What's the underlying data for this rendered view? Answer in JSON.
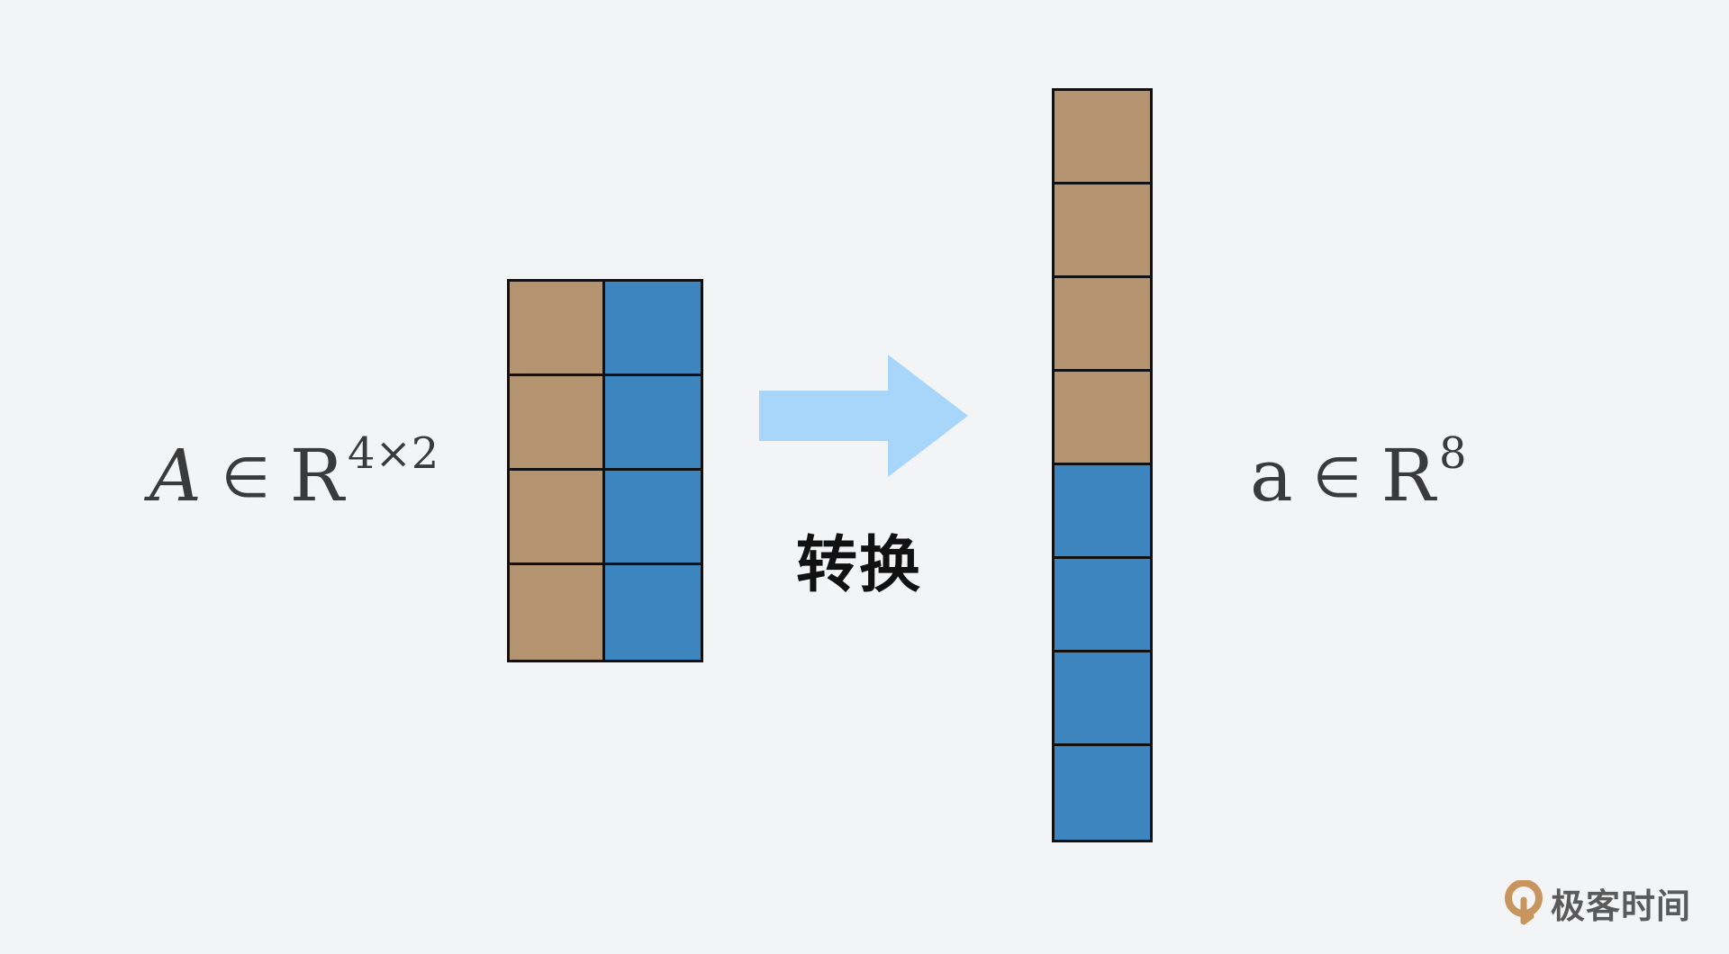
{
  "left_label": {
    "var": "A",
    "in": "∈",
    "set": "R",
    "power": "4×2"
  },
  "right_label": {
    "var": "a",
    "in": "∈",
    "set": "R",
    "power": "8"
  },
  "arrow_text": "转换",
  "colors": {
    "brown": "#b39370",
    "blue": "#3d85bf",
    "arrow": "#a8d6fb",
    "border": "#111111",
    "background": "#f3f4f6"
  },
  "matrix": {
    "rows": 4,
    "cols": 2,
    "cells": [
      [
        "brown",
        "blue"
      ],
      [
        "brown",
        "blue"
      ],
      [
        "brown",
        "blue"
      ],
      [
        "brown",
        "blue"
      ]
    ]
  },
  "vector": {
    "length": 8,
    "cells": [
      "brown",
      "brown",
      "brown",
      "brown",
      "blue",
      "blue",
      "blue",
      "blue"
    ]
  },
  "logo": {
    "text": "极客时间",
    "icon": "geektime-logo-icon"
  }
}
